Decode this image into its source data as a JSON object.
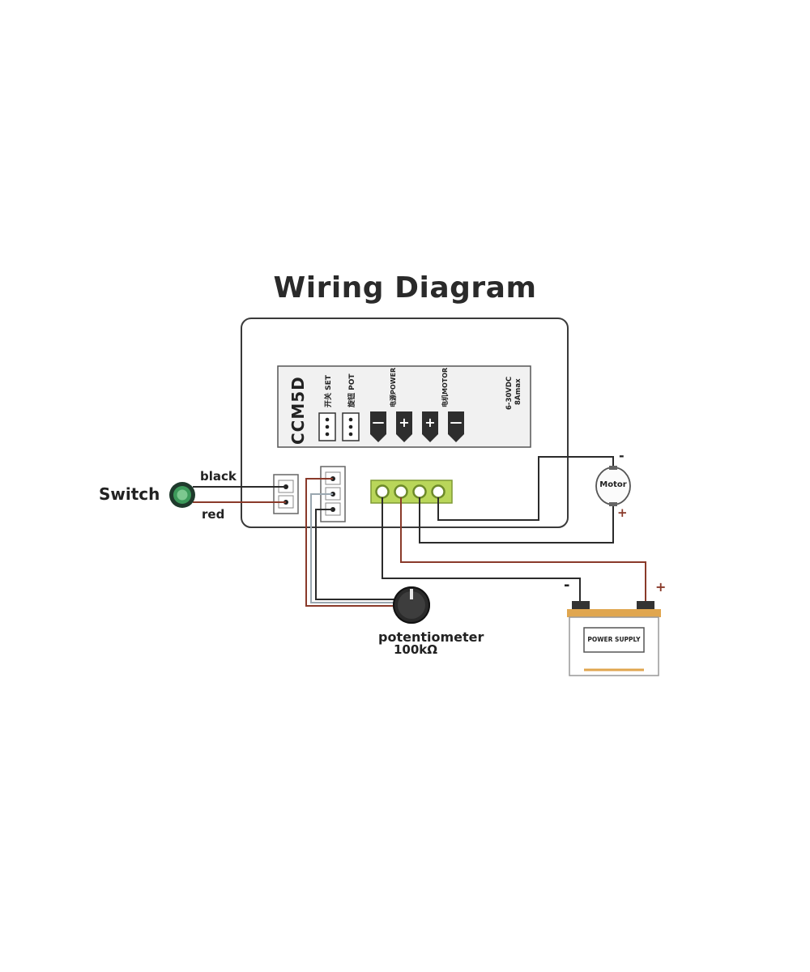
{
  "title": "Wiring Diagram",
  "module": {
    "model": "CCM5D",
    "set_label": "开关 SET",
    "pot_label": "旋钮 POT",
    "power_label": "电源POWER",
    "motor_label": "电机MOTOR",
    "rating_line1": "6-30VDC",
    "rating_line2": "8Amax",
    "terminal_signs": [
      "—",
      "+",
      "+",
      "—"
    ]
  },
  "labels": {
    "switch": "Switch",
    "black": "black",
    "red": "red",
    "motor": "Motor",
    "motor_minus": "-",
    "motor_plus": "+",
    "battery_minus": "-",
    "battery_plus": "+",
    "power_supply": "POWER SUPPLY",
    "potentiometer": "potentiometer",
    "pot_value": "100kΩ"
  },
  "colors": {
    "wire_dark": "#2b2b2b",
    "wire_red": "#8a3a2a",
    "terminal_green": "#b9d65a",
    "switch_green": "#3c9a5a",
    "battery_top": "#e0a64f"
  }
}
